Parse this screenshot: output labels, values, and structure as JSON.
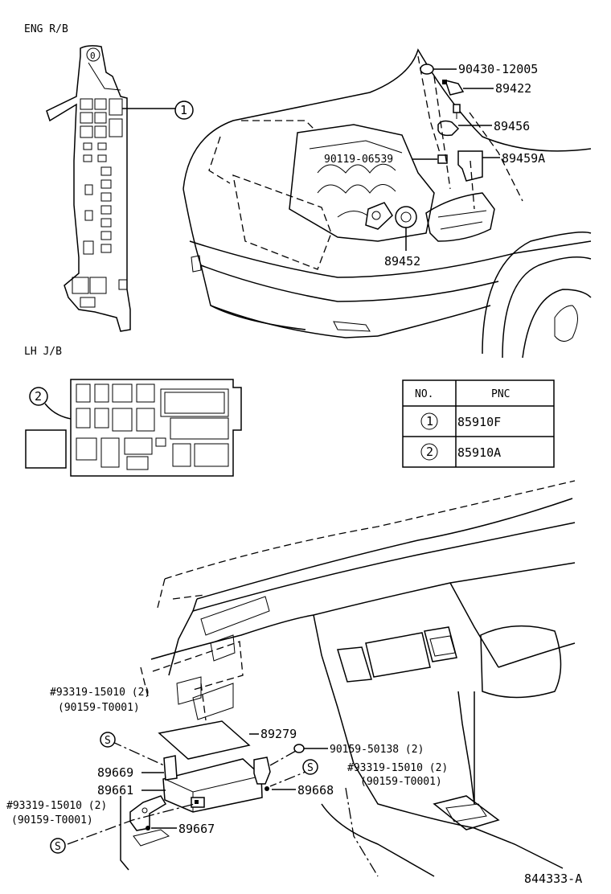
{
  "sections": {
    "eng_rb": "ENG R/B",
    "lh_jb": "LH J/B"
  },
  "callouts": {
    "c1": "1",
    "c2": "2"
  },
  "parts": {
    "p90430": "90430-12005",
    "p89422": "89422",
    "p89456": "89456",
    "p90119": "90119-06539",
    "p89459A": "89459A",
    "p89452": "89452",
    "p89279": "89279",
    "p90159_50138": "90159-50138 (2)",
    "p89669": "89669",
    "p89661": "89661",
    "p89668": "89668",
    "p89667": "89667",
    "s1_main": "#93319-15010 (2)",
    "s1_sub": "(90159-T0001)",
    "s2_main": "#93319-15010 (2)",
    "s2_sub": "(90159-T0001)",
    "s3_main": "#93319-15010 (2)",
    "s3_sub": "(90159-T0001)",
    "s_symbol": "S"
  },
  "pnc_table": {
    "headers": [
      "NO.",
      "PNC"
    ],
    "rows": [
      {
        "no": "1",
        "pnc": "85910F"
      },
      {
        "no": "2",
        "pnc": "85910A"
      }
    ]
  },
  "figure_id": "844333-A"
}
